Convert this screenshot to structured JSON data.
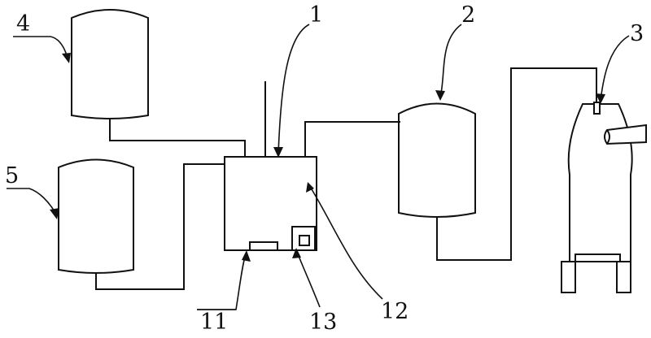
{
  "labels": {
    "l1": "1",
    "l2": "2",
    "l3": "3",
    "l4": "4",
    "l5": "5",
    "l11": "11",
    "l12": "12",
    "l13": "13"
  }
}
